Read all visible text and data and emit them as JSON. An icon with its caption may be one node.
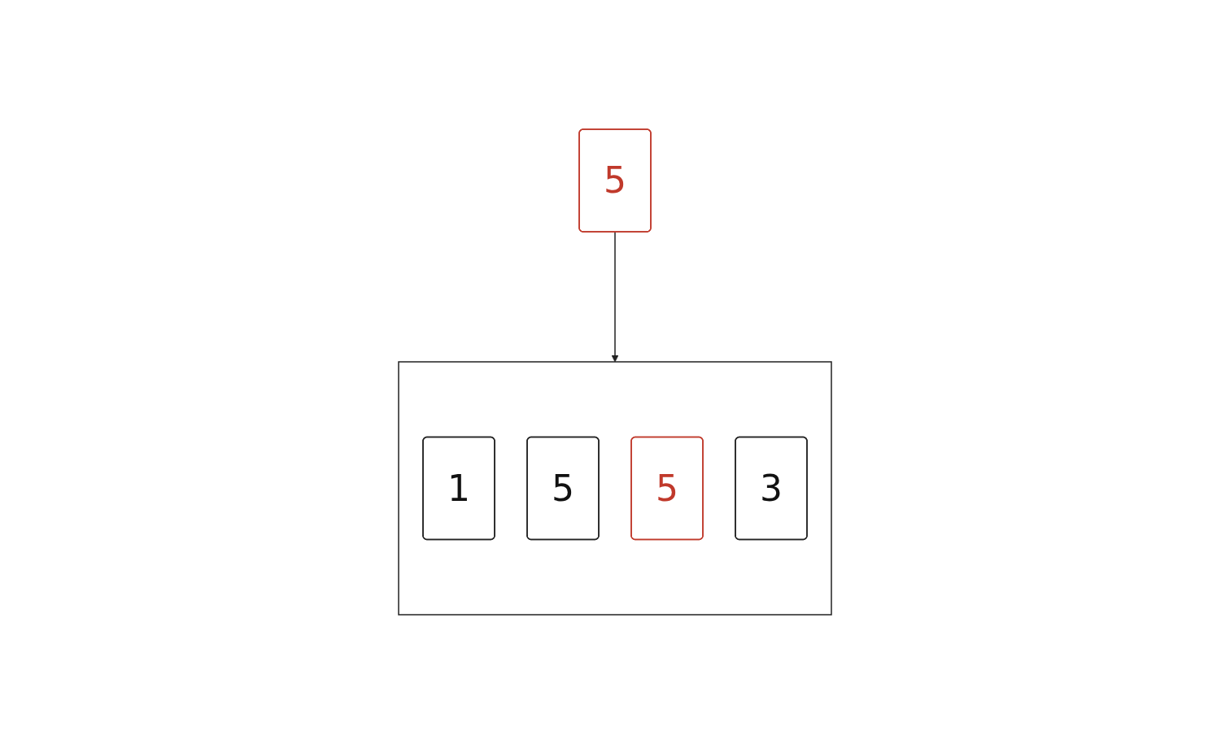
{
  "diagram": {
    "nodes": [
      {
        "text": [
          "5"
        ]
      },
      {
        "text": [],
        "shape": "box"
      },
      {
        "text": [
          "1"
        ],
        "in": 1
      },
      {
        "text": [
          "5"
        ],
        "in": 1
      },
      {
        "text": [
          "5"
        ],
        "in": 1
      },
      {
        "text": [
          "3"
        ],
        "in": 1
      }
    ],
    "edges": [
      {
        "from": 0,
        "to": 1,
        "arrow": "to"
      }
    ]
  }
}
